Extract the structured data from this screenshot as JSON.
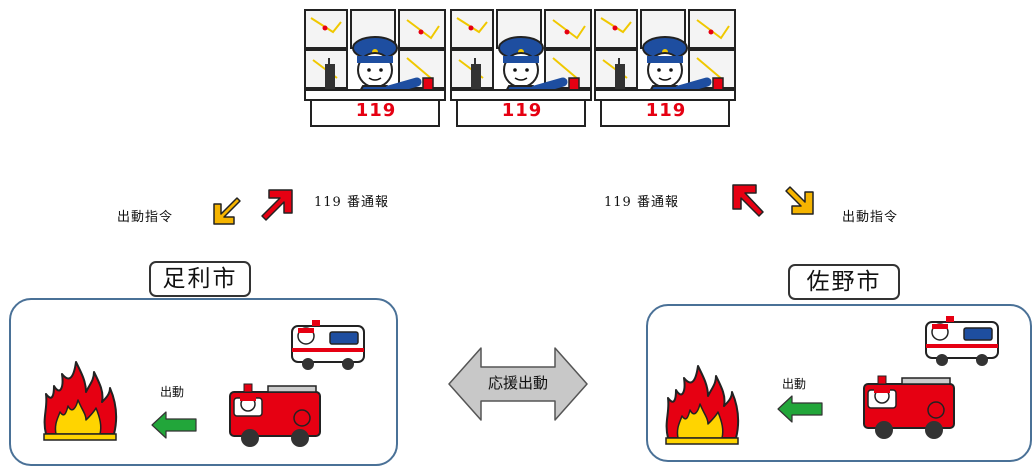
{
  "center": {
    "console_number": "119"
  },
  "left": {
    "city": "足利市",
    "dispatch_order": "出動指令",
    "call_label": "119 番通報",
    "dispatch_label": "出動"
  },
  "right": {
    "city": "佐野市",
    "dispatch_order": "出動指令",
    "call_label": "119 番通報",
    "dispatch_label": "出動"
  },
  "mutual_aid": "応援出動",
  "colors": {
    "call_arrow": "#e60012",
    "order_arrow": "#f5b400",
    "dispatch_arrow": "#22a63a",
    "region_border": "#4a7197",
    "mutual_arrow_fill": "#c8c8c8"
  }
}
